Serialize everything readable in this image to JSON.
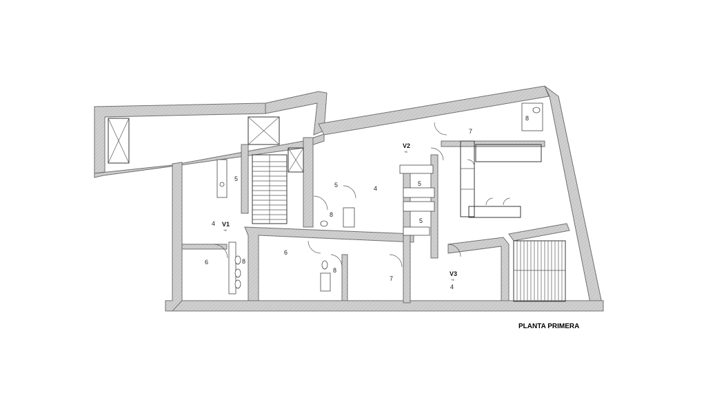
{
  "plan_title": "PLANTA PRIMERA",
  "units": [
    {
      "id": "v1",
      "label": "V1",
      "sub": "+8"
    },
    {
      "id": "v2",
      "label": "V2",
      "sub": "+8"
    },
    {
      "id": "v3",
      "label": "V3",
      "sub": "+8"
    }
  ],
  "rooms": [
    {
      "id": "v1-kitchen",
      "label": "5"
    },
    {
      "id": "v1-living",
      "label": "4"
    },
    {
      "id": "v1-bedroom",
      "label": "6"
    },
    {
      "id": "v1-bath",
      "label": "8"
    },
    {
      "id": "center-kitchen",
      "label": "5"
    },
    {
      "id": "center-bath",
      "label": "8"
    },
    {
      "id": "v2-living",
      "label": "4"
    },
    {
      "id": "v2-kitchen-a",
      "label": "5"
    },
    {
      "id": "v2-kitchen-b",
      "label": "5"
    },
    {
      "id": "v2-room",
      "label": "7"
    },
    {
      "id": "v2-bath",
      "label": "8"
    },
    {
      "id": "lower-bedroom",
      "label": "6"
    },
    {
      "id": "lower-bath",
      "label": "8"
    },
    {
      "id": "lower-room",
      "label": "7"
    },
    {
      "id": "v3-living",
      "label": "4"
    }
  ]
}
